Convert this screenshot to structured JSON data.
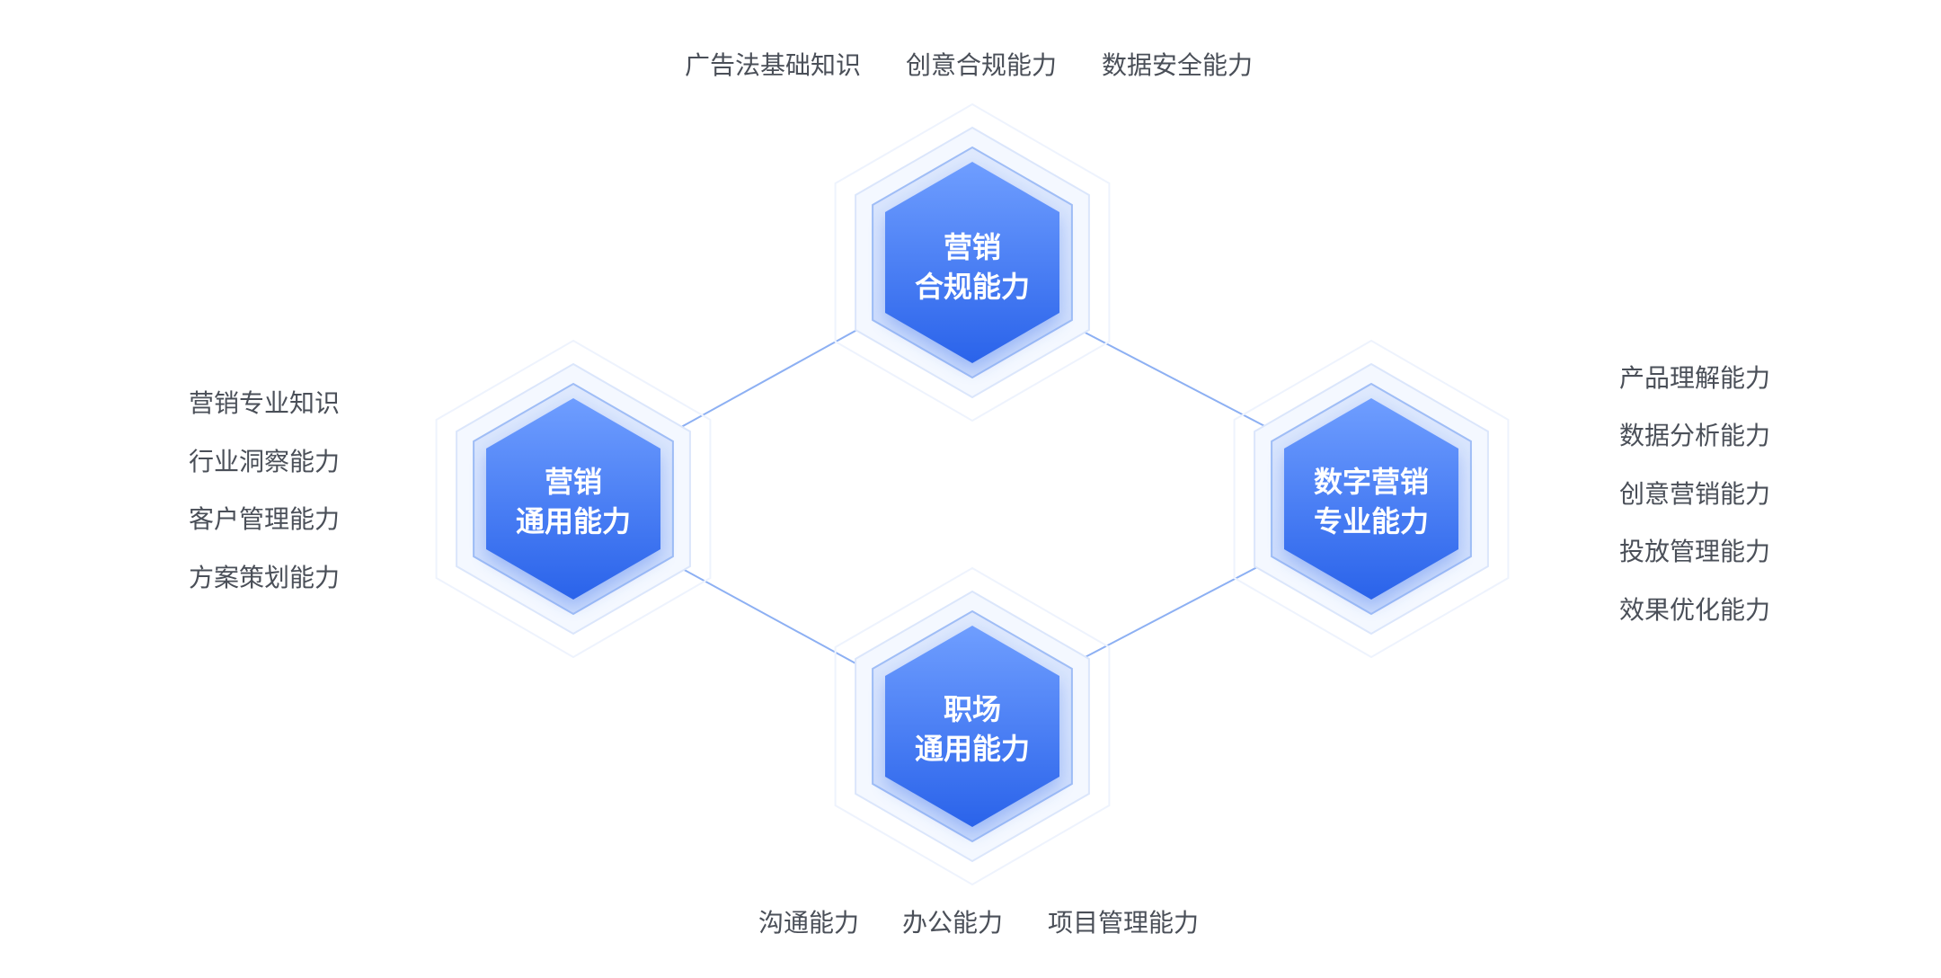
{
  "nodes": [
    {
      "id": "top",
      "title_lines": [
        "营销",
        "合规能力"
      ],
      "skills": [
        "广告法基础知识",
        "创意合规能力",
        "数据安全能力"
      ]
    },
    {
      "id": "left",
      "title_lines": [
        "营销",
        "通用能力"
      ],
      "skills": [
        "营销专业知识",
        "行业洞察能力",
        "客户管理能力",
        "方案策划能力"
      ]
    },
    {
      "id": "right",
      "title_lines": [
        "数字营销",
        "专业能力"
      ],
      "skills": [
        "产品理解能力",
        "数据分析能力",
        "创意营销能力",
        "投放管理能力",
        "效果优化能力"
      ]
    },
    {
      "id": "bottom",
      "title_lines": [
        "职场",
        "通用能力"
      ],
      "skills": [
        "沟通能力",
        "办公能力",
        "项目管理能力"
      ]
    }
  ],
  "colors": {
    "hex_top": "#6f9eff",
    "hex_bottom": "#2a63ea",
    "ring": "#bcd2fb",
    "halo": "#e9f0fe",
    "connector": "#8db0f3",
    "label": "#4a4f58"
  }
}
